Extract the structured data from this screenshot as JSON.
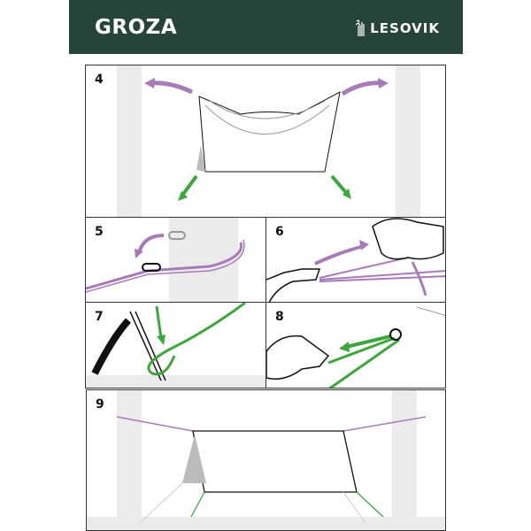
{
  "header": {
    "title": "GROZA",
    "brand": "LESOVIK"
  },
  "steps": [
    {
      "number": "4"
    },
    {
      "number": "5"
    },
    {
      "number": "6"
    },
    {
      "number": "7"
    },
    {
      "number": "8"
    },
    {
      "number": "9"
    }
  ],
  "colors": {
    "header_bg": "#264438",
    "purple": "#a77bb8",
    "green": "#3da63d",
    "pillar": "#ebebeb"
  }
}
